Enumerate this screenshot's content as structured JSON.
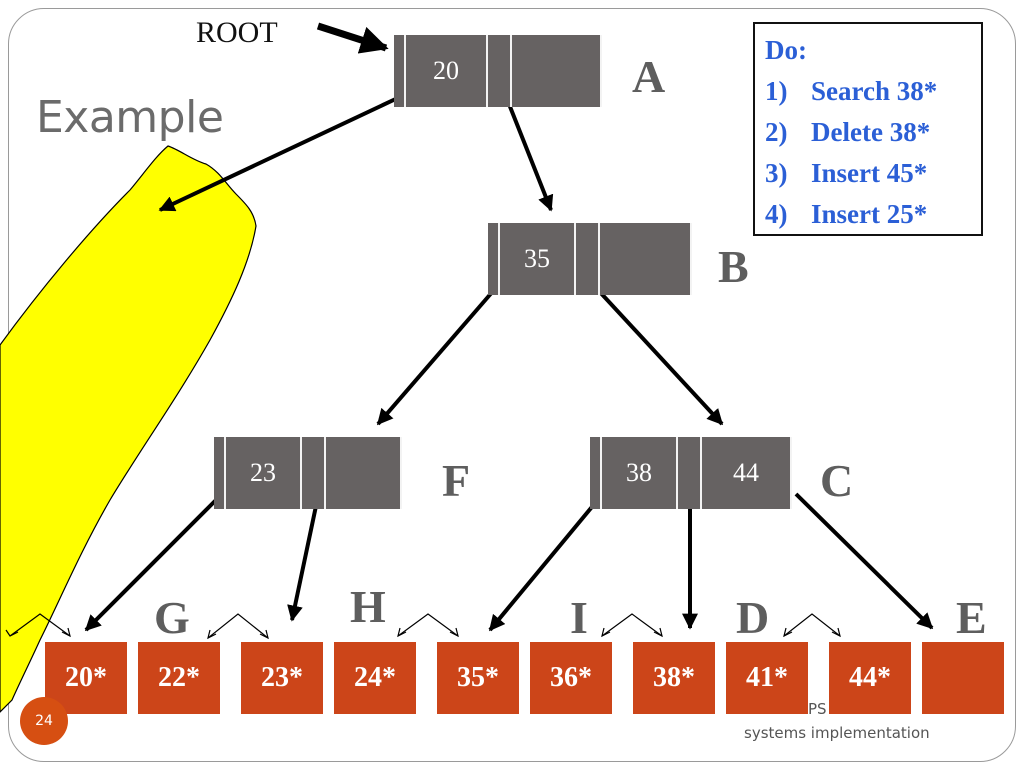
{
  "title": "Example",
  "root_label": "ROOT",
  "nodes": {
    "A": {
      "label": "A",
      "keys": [
        "20",
        "",
        ""
      ]
    },
    "B": {
      "label": "B",
      "keys": [
        "35",
        "",
        ""
      ]
    },
    "F": {
      "label": "F",
      "keys": [
        "23",
        "",
        ""
      ]
    },
    "C": {
      "label": "C",
      "keys": [
        "38",
        "44",
        ""
      ]
    }
  },
  "leaf_labels": {
    "G": "G",
    "H": "H",
    "I": "I",
    "D": "D",
    "E": "E"
  },
  "leaves": [
    "20*",
    "22*",
    "23*",
    "24*",
    "35*",
    "36*",
    "38*",
    "41*",
    "44*",
    ""
  ],
  "todo": {
    "heading": "Do:",
    "items": [
      {
        "num": "1)",
        "text": "Search 38*"
      },
      {
        "num": "2)",
        "text": "Delete 38*"
      },
      {
        "num": "3)",
        "text": "Insert 45*"
      },
      {
        "num": "4)",
        "text": "Insert 25*"
      }
    ]
  },
  "page_number": "24",
  "footer": {
    "partial": "PS",
    "line2": "systems implementation"
  },
  "colors": {
    "node": "#666262",
    "leaf": "#cc4519",
    "todo_text": "#2b5fd6",
    "highlight": "#ffff00"
  }
}
